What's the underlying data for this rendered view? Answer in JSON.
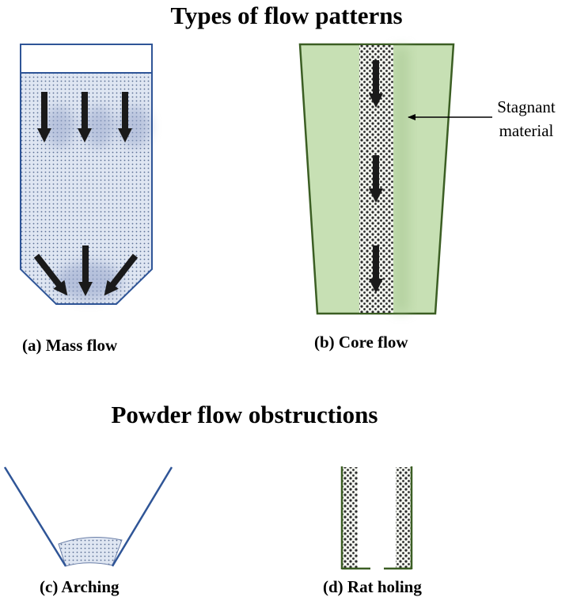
{
  "headings": {
    "flow_patterns": "Types of flow patterns",
    "obstructions": "Powder flow obstructions"
  },
  "captions": {
    "mass_flow": "(a) Mass flow",
    "core_flow": "(b) Core flow",
    "arching": "(c) Arching",
    "rat_holing": "(d) Rat holing"
  },
  "annotations": {
    "stagnant_line1": "Stagnant",
    "stagnant_line2": "material"
  },
  "colors": {
    "hopper_outline": "#2f5597",
    "powder_fill": "#dfe6f2",
    "stagnant_fill": "#c7e0b4",
    "core_outline": "#3b5e23",
    "arrow": "#1a1a1a"
  }
}
